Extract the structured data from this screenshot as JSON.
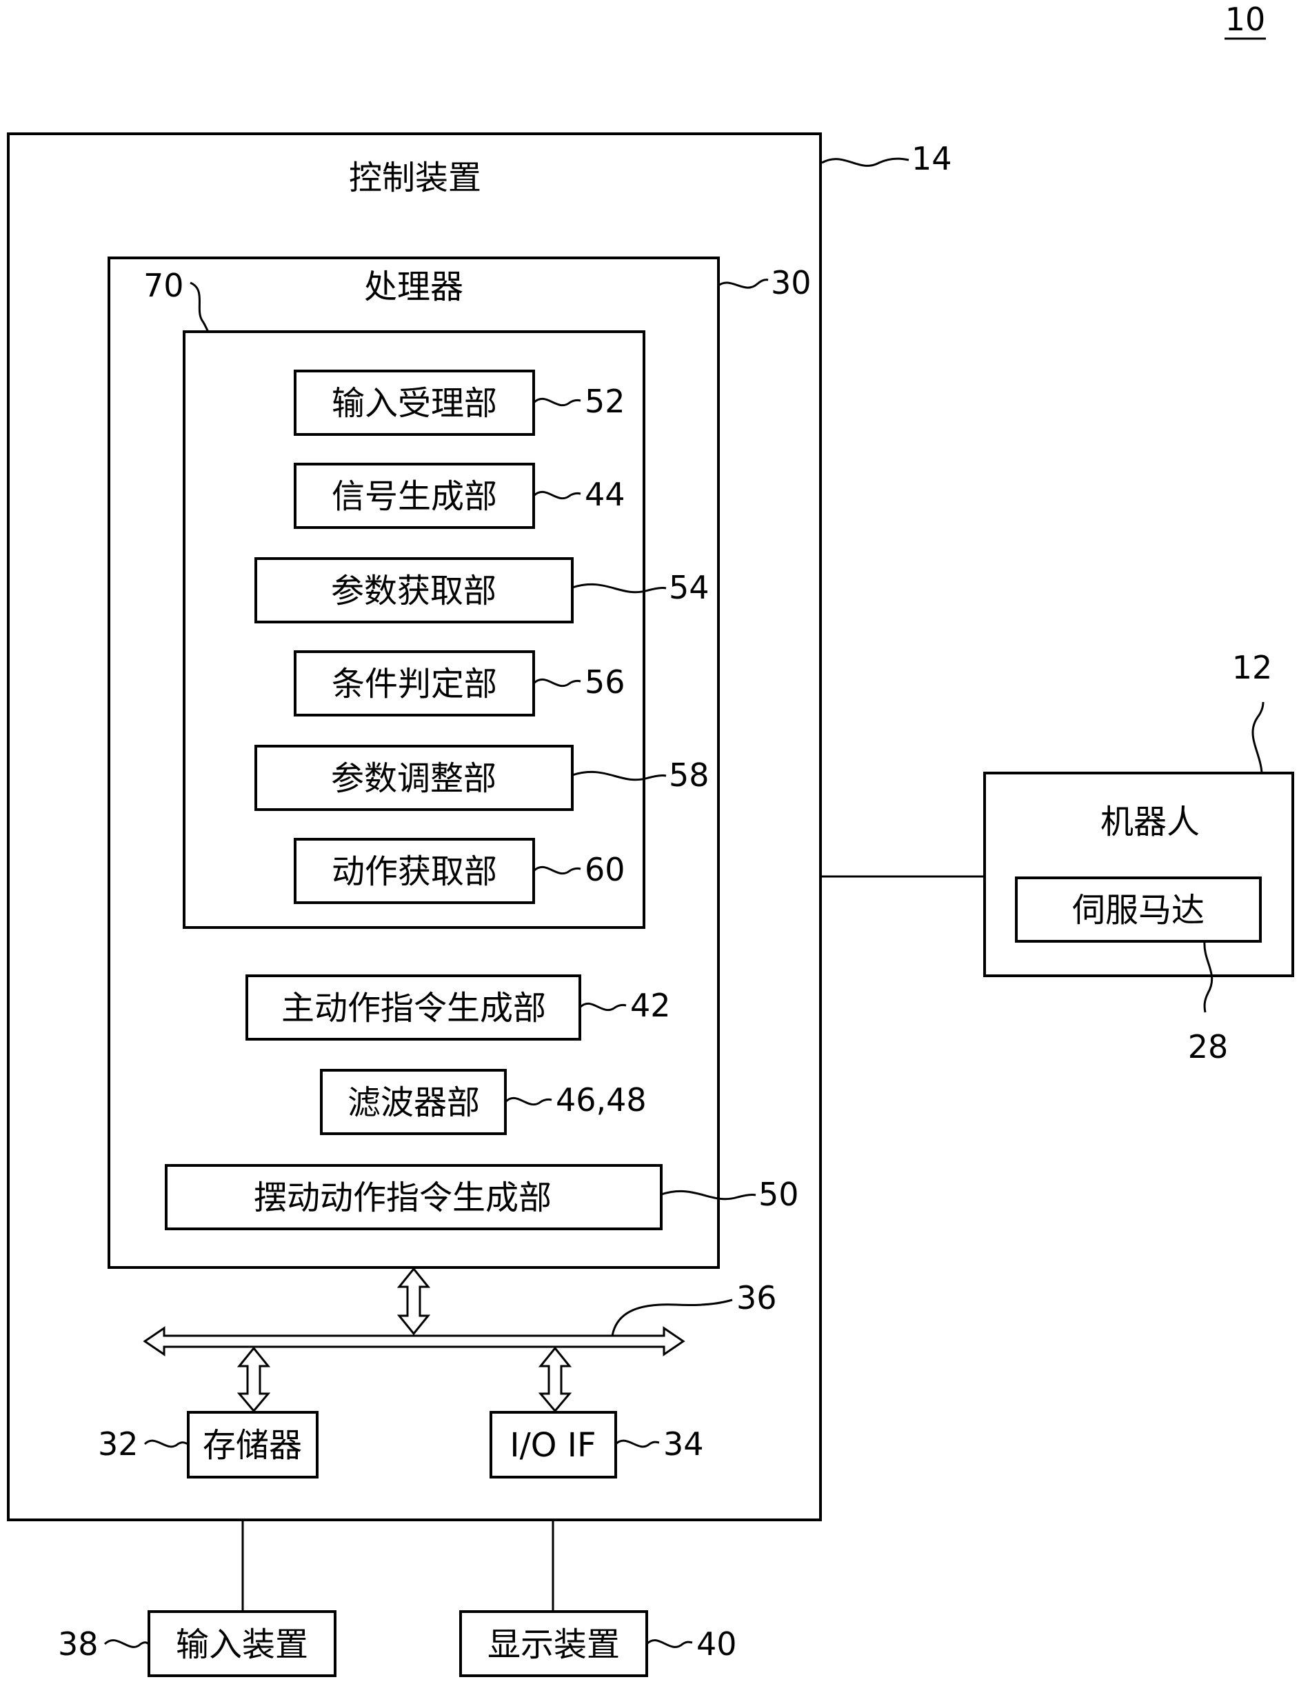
{
  "figure_ref": "10",
  "control_device": {
    "label": "控制装置",
    "ref": "14"
  },
  "processor": {
    "label": "处理器",
    "ref": "30"
  },
  "inner_group": {
    "ref": "70"
  },
  "inner_units": [
    {
      "label": "输入受理部",
      "ref": "52"
    },
    {
      "label": "信号生成部",
      "ref": "44"
    },
    {
      "label": "参数获取部",
      "ref": "54"
    },
    {
      "label": "条件判定部",
      "ref": "56"
    },
    {
      "label": "参数调整部",
      "ref": "58"
    },
    {
      "label": "动作获取部",
      "ref": "60"
    }
  ],
  "processor_units": [
    {
      "label": "主动作指令生成部",
      "ref": "42"
    },
    {
      "label": "滤波器部",
      "ref": "46,48"
    },
    {
      "label": "摆动动作指令生成部",
      "ref": "50"
    }
  ],
  "bus": {
    "ref": "36"
  },
  "memory": {
    "label": "存储器",
    "ref": "32"
  },
  "io_if": {
    "label": "I/O IF",
    "ref": "34"
  },
  "input_device": {
    "label": "输入装置",
    "ref": "38"
  },
  "display_device": {
    "label": "显示装置",
    "ref": "40"
  },
  "robot": {
    "label": "机器人",
    "ref": "12"
  },
  "servo_motor": {
    "label": "伺服马达",
    "ref": "28"
  }
}
